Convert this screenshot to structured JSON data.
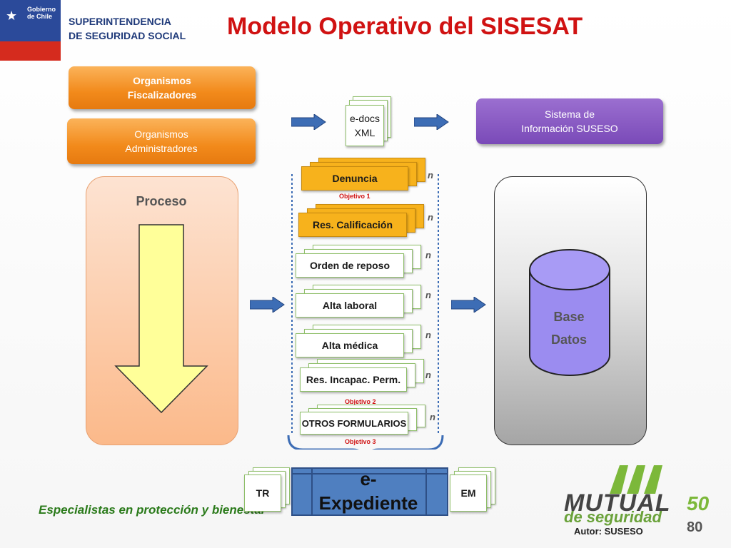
{
  "header": {
    "gov_logo_text": "Gobierno de Chile",
    "org_line1": "SUPERINTENDENCIA",
    "org_line2": "DE SEGURIDAD SOCIAL",
    "title": "Modelo Operativo del SISESAT"
  },
  "top": {
    "org_fisc_1": "Organismos",
    "org_fisc_2": "Fiscalizadores",
    "org_admin_1": "Organismos",
    "org_admin_2": "Administradores",
    "edocs_1": "e-docs",
    "edocs_2": "XML",
    "sistema_1": "Sistema de",
    "sistema_2": "Información SUSESO"
  },
  "proceso": {
    "label": "Proceso"
  },
  "documents": [
    {
      "label": "Denuncia",
      "n": "n"
    },
    {
      "label": "Res. Calificación",
      "n": "n"
    },
    {
      "label": "Orden de reposo",
      "n": "n"
    },
    {
      "label": "Alta laboral",
      "n": "n"
    },
    {
      "label": "Alta médica",
      "n": "n"
    },
    {
      "label": "Res. Incapac. Perm.",
      "n": "n"
    },
    {
      "label": "OTROS FORMULARIOS",
      "n": "n"
    }
  ],
  "objetivos": {
    "o1": "Objetivo 1",
    "o2": "Objetivo 2",
    "o3": "Objetivo 3"
  },
  "database": {
    "line1": "Base",
    "line2": "Datos"
  },
  "bottom": {
    "tr": "TR",
    "em": "EM",
    "eexp_1": "e-",
    "eexp_2": "Expediente",
    "footer": "Especialistas en protección y bienestar",
    "brand_1": "MUTUAL",
    "brand_2": "de seguridad",
    "brand_years": "50",
    "author": "Autor: SUSESO",
    "page": "80"
  },
  "colors": {
    "title_red": "#d01212",
    "orange": "#f28a1b",
    "purple": "#7a4ab8",
    "arrow_blue": "#3d6db5",
    "doc_yellow": "#f7b21c",
    "expediente_blue": "#4f7fc0"
  }
}
